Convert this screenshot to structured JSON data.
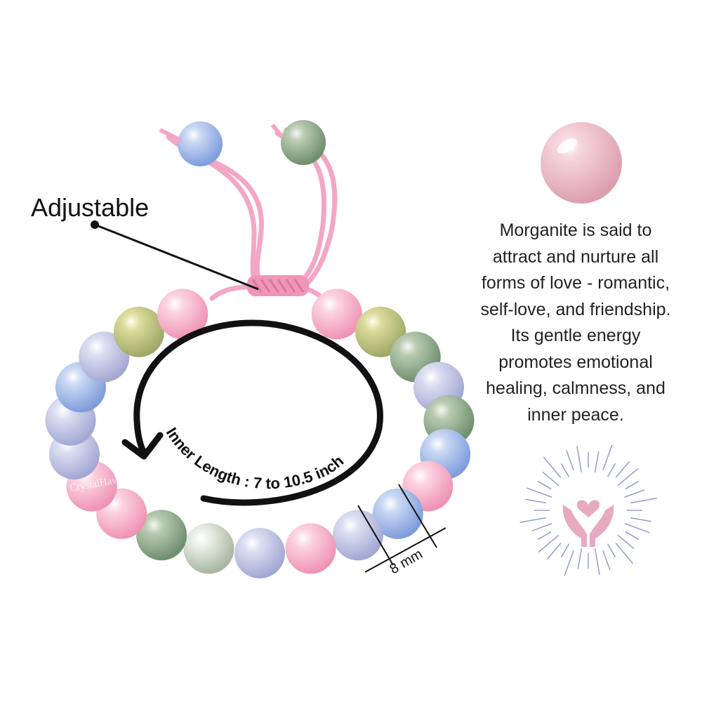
{
  "callout": {
    "label": "Adjustable"
  },
  "measurement": {
    "inner_length_label": "Inner Length : 7 to 10.5 inch",
    "bead_size_label": "8 mm"
  },
  "watermark": "CrystalHaven",
  "description": {
    "lines": [
      "Morganite is said to",
      "attract and nurture all",
      "forms of love - romantic,",
      "self-love, and friendship.",
      "Its gentle energy",
      "promotes emotional",
      "healing, calmness, and",
      "inner peace."
    ]
  },
  "icons": {
    "stone": "morganite-stone-icon",
    "heart_hands": "heart-hands-icon"
  },
  "colors": {
    "cord": "#f3a7c4",
    "morganite": "#f1c2ce",
    "pink_bead": "#f8b6cc",
    "blue_bead": "#a9c0ea",
    "lavender_bead": "#c6cbe8",
    "green_bead": "#9fb597",
    "yellow_bead": "#cfcf8a",
    "heart_hands": "#e8aac0",
    "rays": "#9aa4c8"
  },
  "beads": [
    {
      "color": "pink"
    },
    {
      "color": "yellowgreen"
    },
    {
      "color": "green"
    },
    {
      "color": "lavender"
    },
    {
      "color": "green"
    },
    {
      "color": "blue"
    },
    {
      "color": "pink"
    },
    {
      "color": "blue"
    },
    {
      "color": "lavender"
    },
    {
      "color": "pink"
    },
    {
      "color": "lavender"
    },
    {
      "color": "white"
    },
    {
      "color": "green"
    },
    {
      "color": "pink"
    },
    {
      "color": "pink"
    },
    {
      "color": "lavender"
    },
    {
      "color": "lavender"
    },
    {
      "color": "blue"
    },
    {
      "color": "lavender"
    },
    {
      "color": "yellowgreen"
    },
    {
      "color": "pink"
    }
  ]
}
